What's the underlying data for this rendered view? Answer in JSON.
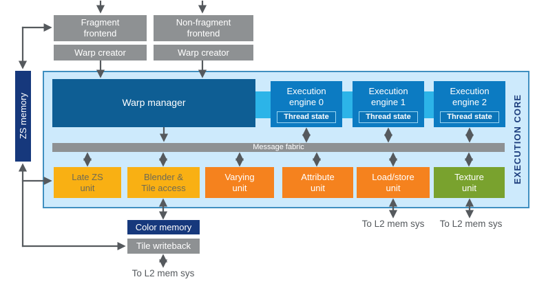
{
  "colors": {
    "gray_box": "#8e9193",
    "navy_box": "#16387c",
    "warp_manager_blue": "#0e5e94",
    "engine_blue": "#0c7bc2",
    "cyan_band": "#2cb4e8",
    "container_fill": "#cdeafc",
    "container_border": "#3f8fc0",
    "yellow_unit": "#f9b013",
    "orange_unit": "#f5821e",
    "green_unit": "#79a22e",
    "arrow": "#55595d",
    "l2_text": "#54585c",
    "core_label_text": "#1d3e7d"
  },
  "frontends": [
    {
      "label": "Fragment\nfrontend"
    },
    {
      "label": "Non-fragment\nfrontend"
    }
  ],
  "warp_creators": [
    {
      "label": "Warp creator"
    },
    {
      "label": "Warp creator"
    }
  ],
  "zs_memory": {
    "label": "ZS memory"
  },
  "execution_core": {
    "label": "EXECUTION CORE",
    "warp_manager": {
      "label": "Warp manager"
    },
    "engines": [
      {
        "label": "Execution\nengine 0",
        "thread_state": "Thread state"
      },
      {
        "label": "Execution\nengine 1",
        "thread_state": "Thread state"
      },
      {
        "label": "Execution\nengine 2",
        "thread_state": "Thread state"
      }
    ],
    "message_fabric": {
      "label": "Message fabric"
    },
    "units": [
      {
        "label": "Late ZS\nunit",
        "color": "yellow"
      },
      {
        "label": "Blender &\nTile access",
        "color": "yellow"
      },
      {
        "label": "Varying\nunit",
        "color": "orange"
      },
      {
        "label": "Attribute\nunit",
        "color": "orange"
      },
      {
        "label": "Load/store\nunit",
        "color": "orange"
      },
      {
        "label": "Texture\nunit",
        "color": "green"
      }
    ]
  },
  "outputs": {
    "color_memory": {
      "label": "Color memory"
    },
    "tile_writeback": {
      "label": "Tile writeback"
    },
    "l2_labels": [
      {
        "label": "To L2 mem sys"
      },
      {
        "label": "To L2 mem sys"
      },
      {
        "label": "To L2 mem sys"
      }
    ]
  }
}
